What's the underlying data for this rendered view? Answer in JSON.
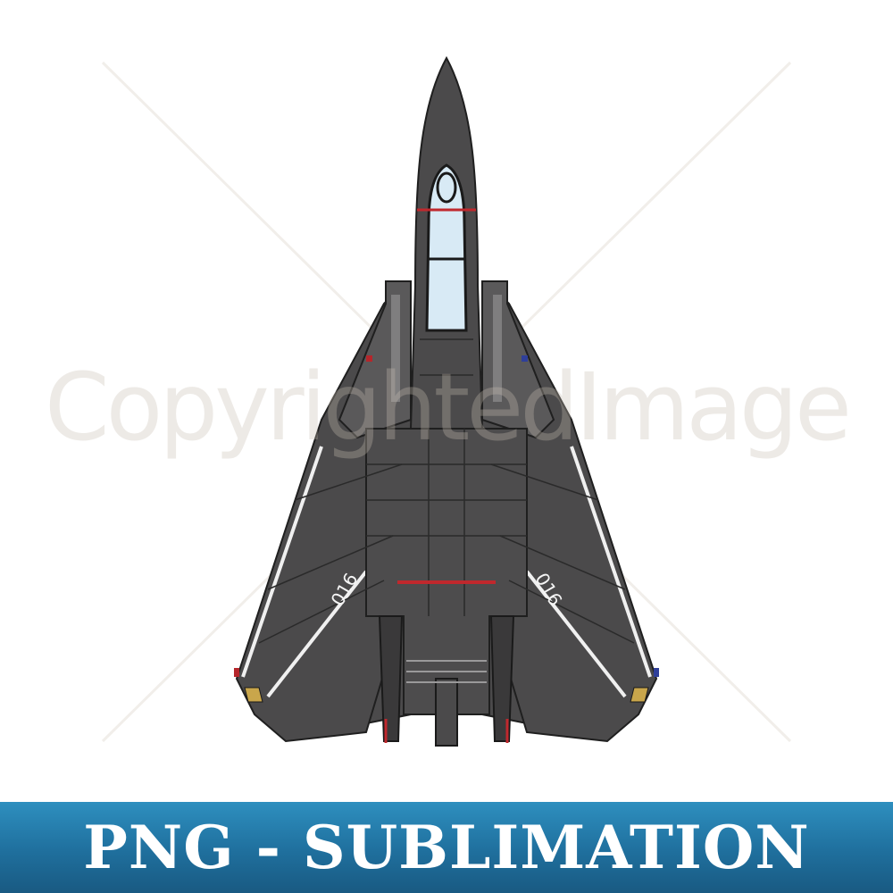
{
  "watermark": {
    "text": "CopyrightedImage"
  },
  "aircraft": {
    "tail_number_left": "016",
    "tail_number_right": "016",
    "colors": {
      "body": "#4b4a4b",
      "panel_lines": "#2a2a2a",
      "light_panels": "#8a898a",
      "canopy": "#d8eaf5",
      "stripe": "#c0282d",
      "leading_edge": "#f0f0f0",
      "wing_tip_blue": "#2f3f9a",
      "wing_tip_red": "#b5262b",
      "emblem": "#c9a64b"
    }
  },
  "banner": {
    "text": "PNG - SUBLIMATION",
    "colors": {
      "top": "#2e8fbf",
      "bottom": "#195a82",
      "text": "#ffffff"
    }
  }
}
